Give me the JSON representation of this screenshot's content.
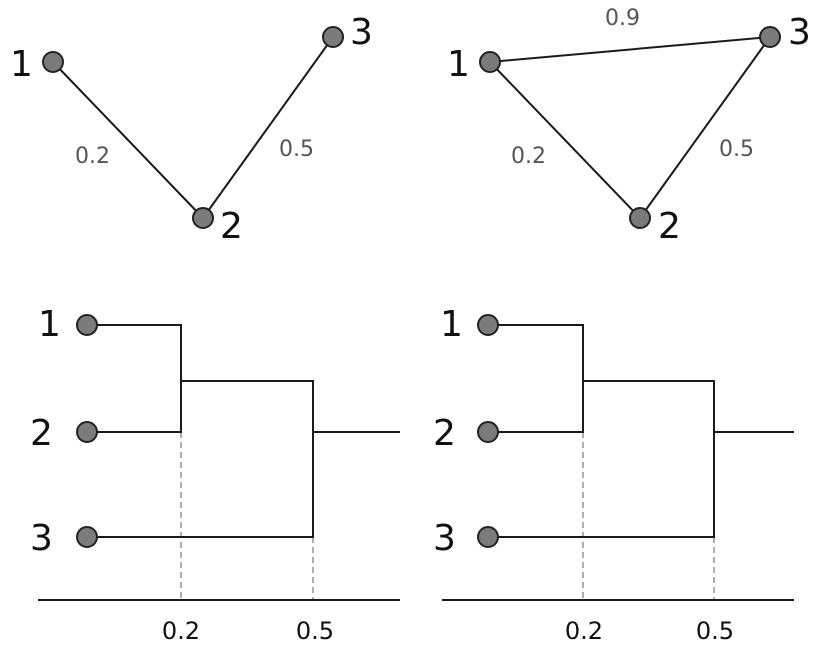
{
  "graphs": {
    "mst": {
      "nodes": [
        "1",
        "2",
        "3"
      ],
      "edges": [
        {
          "from": "1",
          "to": "2",
          "weight": "0.2"
        },
        {
          "from": "2",
          "to": "3",
          "weight": "0.5"
        }
      ]
    },
    "full": {
      "nodes": [
        "1",
        "2",
        "3"
      ],
      "edges": [
        {
          "from": "1",
          "to": "2",
          "weight": "0.2"
        },
        {
          "from": "2",
          "to": "3",
          "weight": "0.5"
        },
        {
          "from": "1",
          "to": "3",
          "weight": "0.9"
        }
      ]
    }
  },
  "dendrograms": {
    "left": {
      "leaves": [
        "1",
        "2",
        "3"
      ],
      "merges": [
        {
          "items": [
            "1",
            "2"
          ],
          "height": 0.2
        },
        {
          "items": [
            "1-2",
            "3"
          ],
          "height": 0.5
        }
      ],
      "ticks": [
        "0.2",
        "0.5"
      ]
    },
    "right": {
      "leaves": [
        "1",
        "2",
        "3"
      ],
      "merges": [
        {
          "items": [
            "1",
            "2"
          ],
          "height": 0.2
        },
        {
          "items": [
            "1-2",
            "3"
          ],
          "height": 0.5
        }
      ],
      "ticks": [
        "0.2",
        "0.5"
      ]
    }
  }
}
